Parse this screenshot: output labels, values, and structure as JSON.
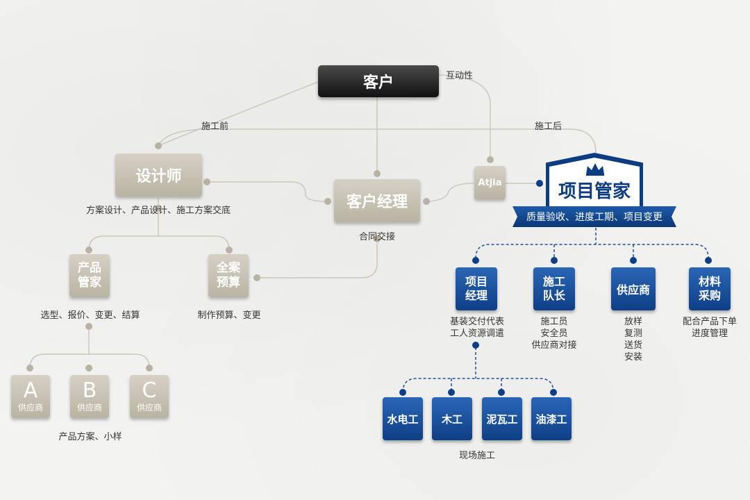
{
  "client": {
    "label": "客户",
    "interactivity_note": "互动性"
  },
  "phase": {
    "before": "施工前",
    "after": "施工后"
  },
  "designer": {
    "label": "设计师",
    "desc": "方案设计、产品设计、施工方案交底"
  },
  "account_manager": {
    "label": "客户经理",
    "desc": "合同交接"
  },
  "atjia": {
    "label": "Atjia"
  },
  "butler": {
    "label": "项目管家",
    "ribbon": "质量验收、进度工期、项目变更"
  },
  "product_butler": {
    "label": "产品\n管家",
    "desc": "选型、报价、变更、结算"
  },
  "budget": {
    "label": "全案\n预算",
    "desc": "制作预算、变更"
  },
  "suppliers": {
    "items": [
      {
        "letter": "A",
        "name": "供应商"
      },
      {
        "letter": "B",
        "name": "供应商"
      },
      {
        "letter": "C",
        "name": "供应商"
      }
    ],
    "desc": "产品方案、小样"
  },
  "blue_nodes": [
    {
      "label": "项目\n经理",
      "desc": "基装交付代表\n工人资源调遣"
    },
    {
      "label": "施工\n队长",
      "desc": "施工员\n安全员\n供应商对接"
    },
    {
      "label": "供应商",
      "desc": "放样\n复测\n送货\n安装"
    },
    {
      "label": "材料\n采购",
      "desc": "配合产品下单\n进度管理"
    }
  ],
  "workers": {
    "items": [
      {
        "label": "水电工"
      },
      {
        "label": "木工"
      },
      {
        "label": "泥瓦工"
      },
      {
        "label": "油漆工"
      }
    ],
    "desc": "现场施工"
  },
  "colors": {
    "beige": "#c9c3b5",
    "blue": "#0e3f86",
    "client": "#1e1e1e",
    "line": "#c9c5bb"
  },
  "icons": {
    "crown": "crown-icon"
  }
}
